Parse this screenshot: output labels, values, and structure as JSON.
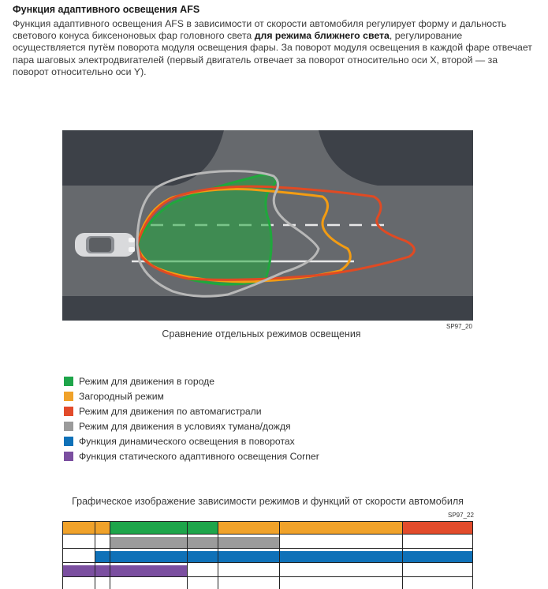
{
  "section": {
    "title": "Функция адаптивного освещения AFS",
    "paragraph_1": "Функция адаптивного освещения AFS в зависимости от скорости автомобиля регулирует форму и дальность светового конуса биксеноновых фар головного света ",
    "paragraph_bold": "для режима ближнего света",
    "paragraph_2": ", регулирование осуществляется путём поворота модуля освещения фары. За поворот модуля освещения в каждой фаре отвечает пара шаговых электродвигателей (первый двигатель отвечает за поворот относительно оси X, второй — за поворот относительно оси Y)."
  },
  "figure": {
    "caption": "Сравнение отдельных режимов освещения",
    "code": "SP97_20",
    "colors": {
      "asphalt": "#3d4148",
      "road": "#6b6d70",
      "green": "#1fa83c",
      "orange": "#f39c12",
      "red": "#e04a23",
      "gray": "#b8b8b8"
    }
  },
  "legend": {
    "items": [
      {
        "label": "Режим для движения в городе",
        "color": "#1ea54a"
      },
      {
        "label": "Загородный режим",
        "color": "#f0a22a"
      },
      {
        "label": "Режим для движения по автомагистрали",
        "color": "#e24b2b"
      },
      {
        "label": "Режим для движения в условиях тумана/дождя",
        "color": "#9b9b9b"
      },
      {
        "label": "Функция динамического освещения в поворотах",
        "color": "#0f71b8"
      },
      {
        "label": "Функция статического адаптивного освещения Corner",
        "color": "#7b4fa0"
      }
    ]
  },
  "speed_chart": {
    "caption": "Графическое изображение зависимости режимов и функций от скорости автомобиля",
    "code": "SP97_22"
  }
}
